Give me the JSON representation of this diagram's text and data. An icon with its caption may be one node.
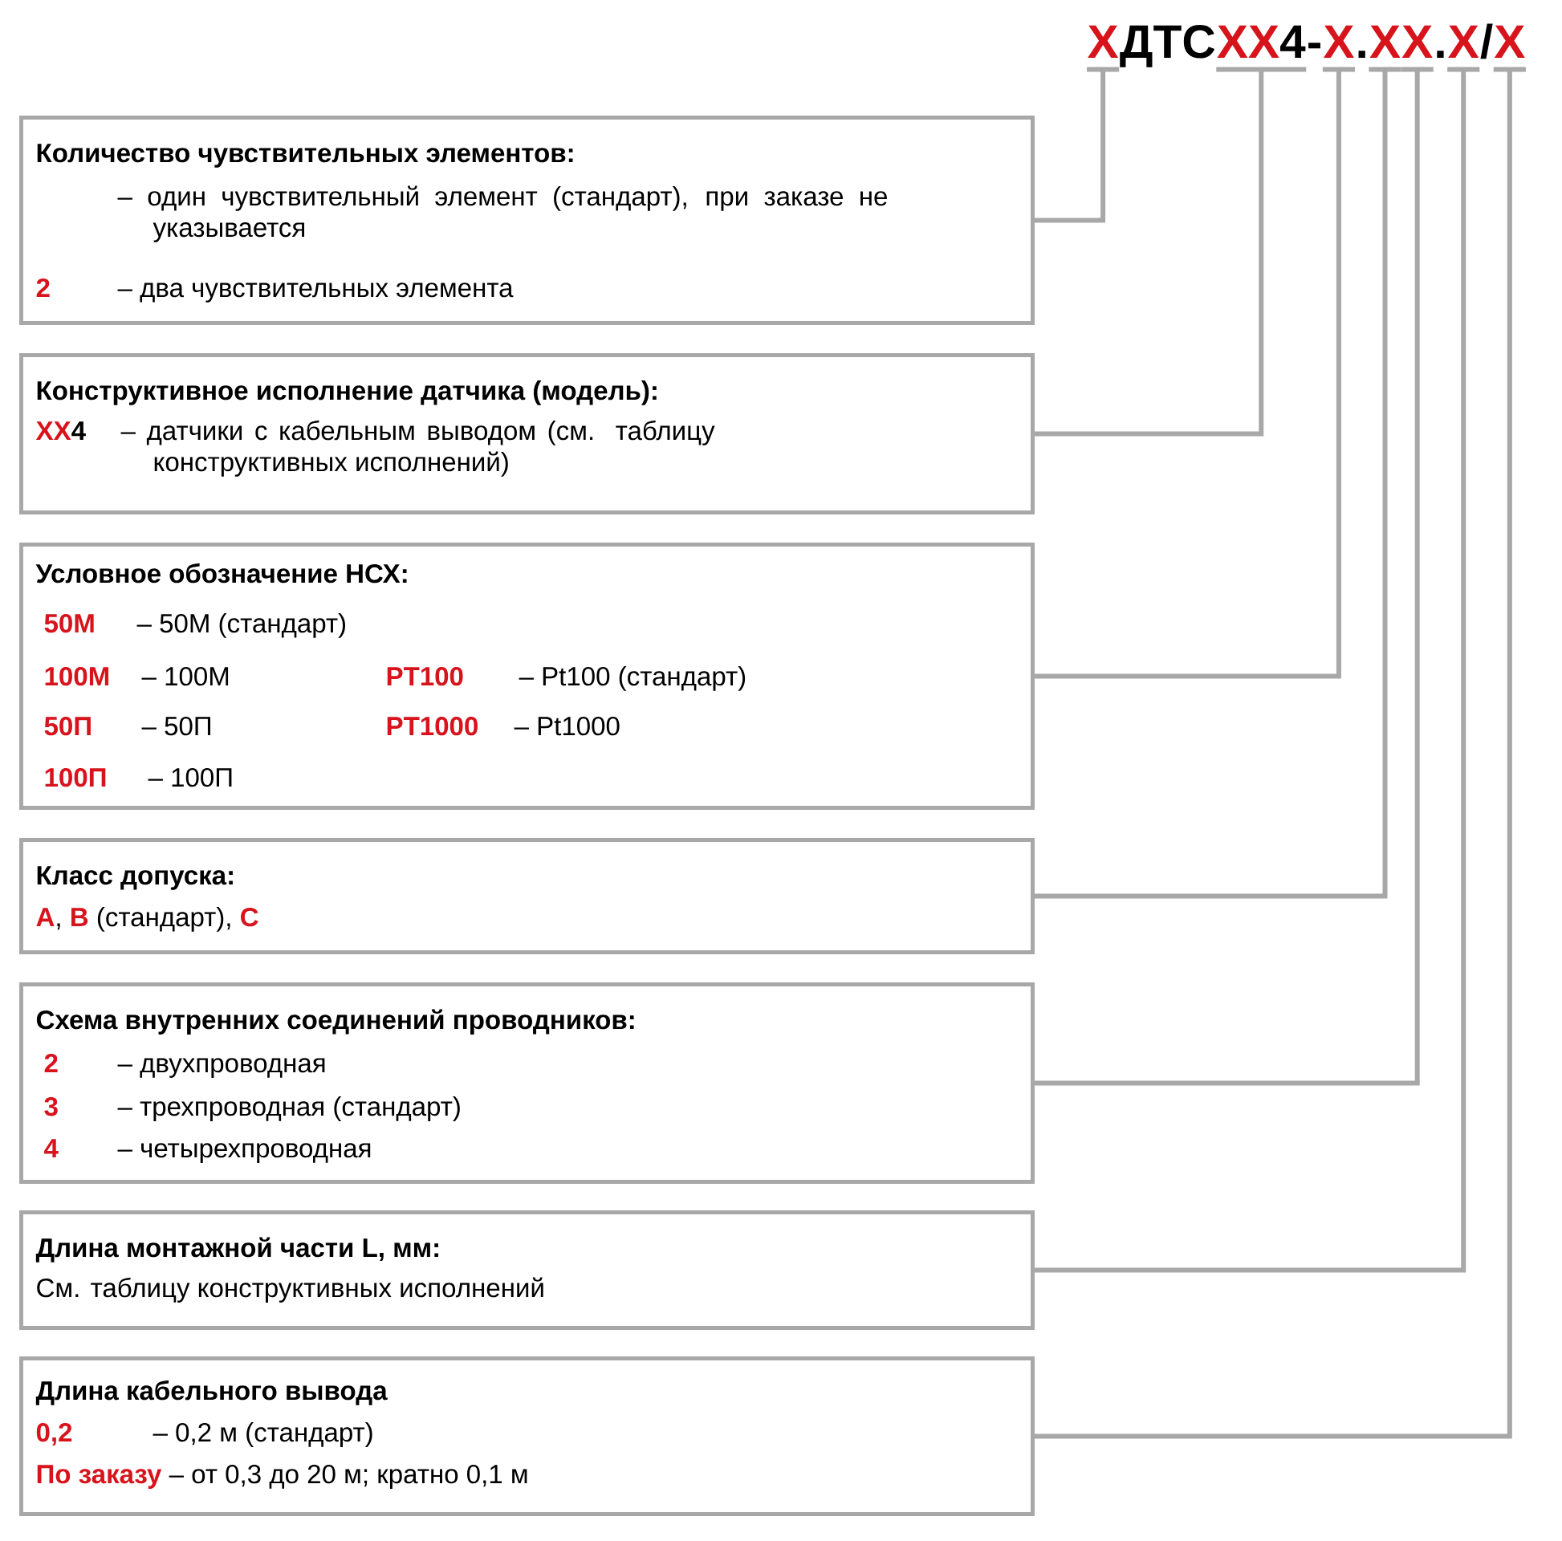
{
  "diagram": {
    "nodes": [
      {
        "text": [
          "Х"
        ]
      },
      {
        "text": [
          "XX",
          "4"
        ]
      },
      {
        "text": [
          "X"
        ]
      },
      {
        "text": [
          "X"
        ]
      },
      {
        "text": [
          "X"
        ]
      },
      {
        "text": [
          "X"
        ]
      },
      {
        "text": [
          "X"
        ]
      },
      {
        "text": [
          "Количество чувствительных элементов:",
          "– один чувствительный элемент (стандарт), при заказе не указывается",
          "2",
          "– два чувствительных элемента"
        ]
      },
      {
        "text": [
          "Конструктивное исполнение датчика (модель):",
          "XX",
          "4",
          "– датчики с кабельным выводом (см. таблицу конструктивных исполнений)"
        ]
      },
      {
        "text": [
          "Условное обозначение НСХ:",
          "50М",
          "– 50М (стандарт)",
          "100М",
          "– 100М",
          "PT100",
          "– Pt100 (стандарт)",
          "50П",
          "– 50П",
          "PT1000",
          "– Pt1000",
          "100П",
          "– 100П"
        ]
      },
      {
        "text": [
          "Класс допуска:",
          "A",
          ",",
          "B",
          "(стандарт),",
          "C"
        ]
      },
      {
        "text": [
          "Схема внутренних соединений проводников:",
          "2",
          "– двухпроводная",
          "3",
          "– трехпроводная (стандарт)",
          "4",
          "– четырехпроводная"
        ]
      },
      {
        "text": [
          "Длина монтажной части L, мм:",
          "См. таблицу конструктивных исполнений"
        ]
      },
      {
        "text": [
          "Длина кабельного вывода",
          "0,2",
          "– 0,2 м (стандарт)",
          "По заказу",
          "– от 0,3 до 20 м; кратно 0,1 м"
        ]
      }
    ],
    "edges": [
      {
        "from": 0,
        "to": 7,
        "arrow": "none"
      },
      {
        "from": 1,
        "to": 8,
        "arrow": "none"
      },
      {
        "from": 2,
        "to": 9,
        "arrow": "none"
      },
      {
        "from": 3,
        "to": 10,
        "arrow": "none"
      },
      {
        "from": 4,
        "to": 11,
        "arrow": "none"
      },
      {
        "from": 5,
        "to": 12,
        "arrow": "none"
      },
      {
        "from": 6,
        "to": 13,
        "arrow": "none"
      }
    ],
    "labels": [
      "ДТС",
      "-",
      ".",
      ".",
      "/"
    ]
  }
}
